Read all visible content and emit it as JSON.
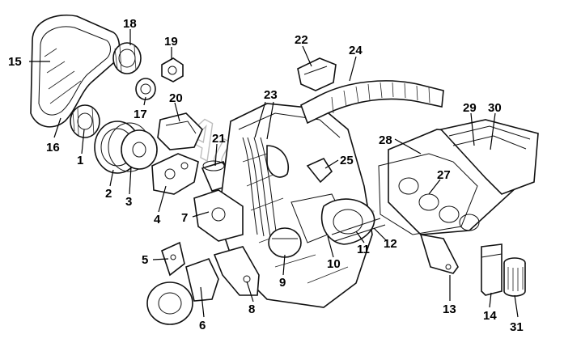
{
  "diagram": {
    "labels": {
      "n1": "1",
      "n2": "2",
      "n3": "3",
      "n4": "4",
      "n5": "5",
      "n6": "6",
      "n7": "7",
      "n8": "8",
      "n9": "9",
      "n10": "10",
      "n11": "11",
      "n12": "12",
      "n13": "13",
      "n14": "14",
      "n15": "15",
      "n16": "16",
      "n17": "17",
      "n18": "18",
      "n19": "19",
      "n20": "20",
      "n21": "21",
      "n22": "22",
      "n23": "23",
      "n24": "24",
      "n25": "25",
      "n27": "27",
      "n28": "28",
      "n29": "29",
      "n30": "30",
      "n31": "31"
    },
    "watermark": "Autosoft",
    "colors": {
      "line": "#111111",
      "background": "#ffffff",
      "watermark": "#888888"
    }
  }
}
